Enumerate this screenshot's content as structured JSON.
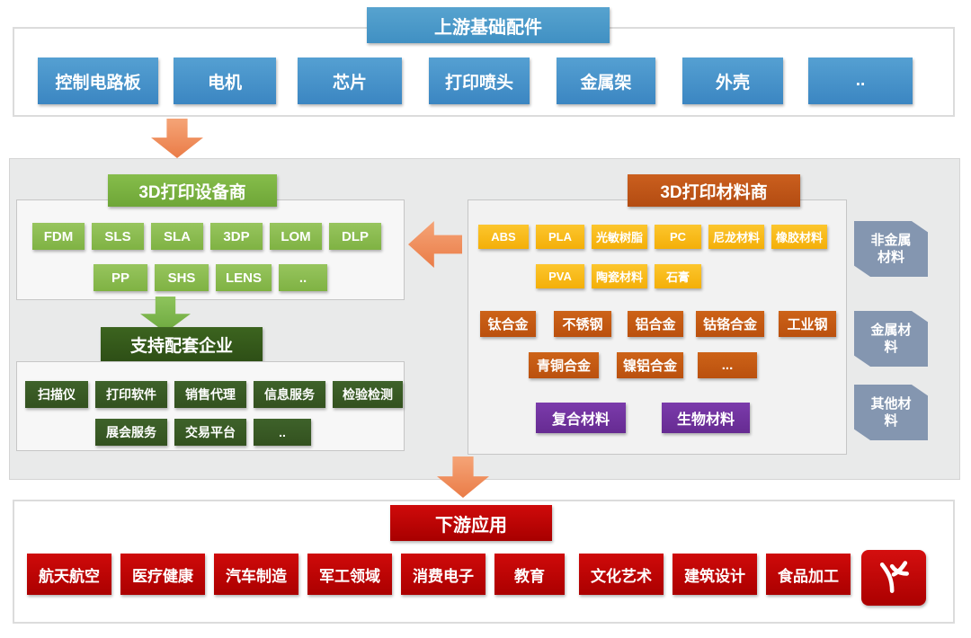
{
  "colors": {
    "blue": "#3f8cc6",
    "green": "#8cc152",
    "dark_green": "#375623",
    "orange": "#c45911",
    "yellow": "#fbbd1a",
    "purple": "#7030a0",
    "blue_gray": "#8496b0",
    "red": "#c00000",
    "arrow_orange": "#ef8e5f",
    "arrow_green": "#7cb54a"
  },
  "upstream": {
    "title": "上游基础配件",
    "items": [
      "控制电路板",
      "电机",
      "芯片",
      "打印喷头",
      "金属架",
      "外壳",
      ".."
    ]
  },
  "equipment": {
    "title": "3D打印设备商",
    "row1": [
      "FDM",
      "SLS",
      "SLA",
      "3DP",
      "LOM",
      "DLP"
    ],
    "row2": [
      "PP",
      "SHS",
      "LENS",
      ".."
    ]
  },
  "support": {
    "title": "支持配套企业",
    "row1": [
      "扫描仪",
      "打印软件",
      "销售代理",
      "信息服务",
      "检验检测"
    ],
    "row2": [
      "展会服务",
      "交易平台",
      ".."
    ]
  },
  "materials": {
    "title": "3D打印材料商",
    "nonmetal_row1": [
      "ABS",
      "PLA",
      "光敏树脂",
      "PC",
      "尼龙材料",
      "橡胶材料"
    ],
    "nonmetal_row2": [
      "PVA",
      "陶瓷材料",
      "石膏"
    ],
    "metal_row1": [
      "钛合金",
      "不锈钢",
      "铝合金",
      "钴铬合金",
      "工业钢"
    ],
    "metal_row2": [
      "青铜合金",
      "镍铝合金",
      "..."
    ],
    "other_row": [
      "复合材料",
      "生物材料"
    ],
    "categories": [
      "非金属材料",
      "金属材料",
      "其他材料"
    ]
  },
  "downstream": {
    "title": "下游应用",
    "items": [
      "航天航空",
      "医疗健康",
      "汽车制造",
      "军工领域",
      "消费电子",
      "教育",
      "文化艺术",
      "建筑设计",
      "食品加工"
    ]
  }
}
